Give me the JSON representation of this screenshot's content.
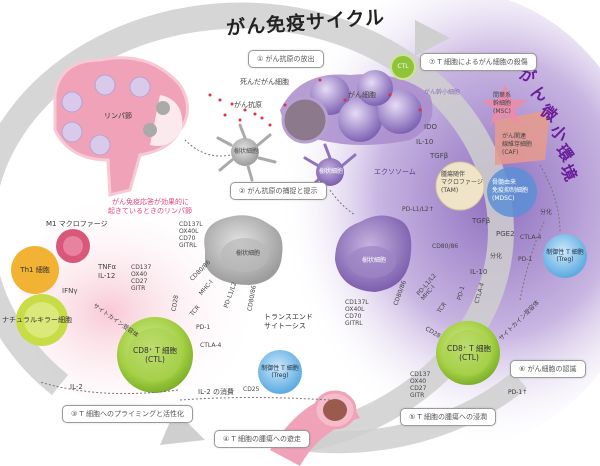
{
  "title": "がん免疫サイクル",
  "tme_title": [
    "が",
    "ん",
    "微",
    "小",
    "環",
    "境"
  ],
  "steps": {
    "s1": "① がん抗原の放出",
    "s2": "② がん抗原の捕捉と提示",
    "s3": "③ T 細胞へのプライミングと活性化",
    "s4": "④ T 細胞の腫瘍への遊走",
    "s5": "⑤ T 細胞の腫瘍への浸潤",
    "s6": "⑥ がん細胞の認識",
    "s7": "⑦ T 細胞によるがん細胞の殺傷"
  },
  "lymph_node": {
    "label": "リンパ節",
    "note_line1": "がん免疫応答が効果的に",
    "note_line2": "起きているときのリンパ節"
  },
  "cells": {
    "dead_cancer": "死んだがん細胞",
    "cancer_antigen": "がん抗原",
    "cancer_cell": "がん細胞",
    "cancer_stem": "がん幹小細胞",
    "dendritic": "樹状細胞",
    "ctl_badge": "CTL",
    "ctl_main_line1": "CD8⁺ T 細胞",
    "ctl_main_line2": "(CTL)",
    "treg_line1": "制御性 T 細胞",
    "treg_line2": "(Treg)",
    "th1": "Th1 細胞",
    "nk": "ナチュラルキラー細胞",
    "m1": "M1 マクロファージ",
    "msc": [
      "間葉系",
      "幹細胞",
      "(MSC)"
    ],
    "caf": [
      "がん関連",
      "線維芽細胞",
      "(CAF)"
    ],
    "tam": [
      "腫瘍随伴",
      "マクロファージ",
      "(TAM)"
    ],
    "mdsc": [
      "骨髄由来",
      "免疫抑制細胞",
      "(MDSC)"
    ],
    "exosome": "エクソソーム"
  },
  "molecules": {
    "tnf": "TNFα",
    "il12": "IL-12",
    "ifn": "IFNγ",
    "il2": "IL-2",
    "il2_consume": "IL-2 の消費",
    "cd25": "CD25",
    "transendo_line1": "トランスエンド",
    "transendo_line2": "サイトーシス",
    "ligands": [
      "CD137L",
      "OX40L",
      "CD70",
      "GITRL"
    ],
    "receptors": [
      "CD137",
      "OX40",
      "CD27",
      "GITR"
    ],
    "cd28": "CD28",
    "cd80_86": "CD80/86",
    "mhc1": "MHC-I",
    "tcr": "TCR",
    "pdl1_2": "PD-L1/L2",
    "pd1": "PD-1",
    "ctla4": "CTLA-4",
    "cytokine_receptor": "サイトカイン受容体",
    "ido": "IDO",
    "il10": "IL-10",
    "tgfb": "TGFβ",
    "pge2": "PGE2",
    "differentiation": "分化",
    "pd1_up": "PD-1↑",
    "pdl1_up": "PD-L1/L2↑"
  },
  "colors": {
    "arrow_gray": "#c8c8c8",
    "lymph_pink": "#f2a9bd",
    "tme_purple": "#a98ccc",
    "tme_title": "#6a1d9a",
    "ctl_green": "#9ccc3c",
    "treg_blue": "#6fb4e6",
    "th1_orange": "#f2b233",
    "nk_yellowgreen": "#c8dc46",
    "m1_pink": "#d9587a",
    "note_pink": "#e0457a"
  }
}
